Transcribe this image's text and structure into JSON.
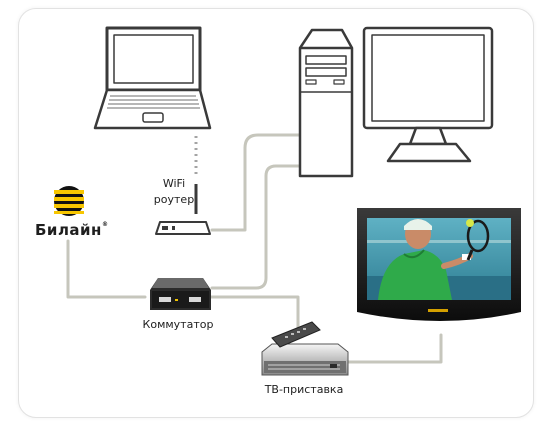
{
  "labels": {
    "router_line1": "WiFi",
    "router_line2": "роутер",
    "switch": "Коммутатор",
    "settop_box": "ТВ-приставка"
  },
  "brand": {
    "name": "Билайн",
    "mark": "®"
  },
  "colors": {
    "outline": "#3a3a3a",
    "cable": "#c6c6bc",
    "brand_yellow": "#f7c600",
    "brand_black": "#111111"
  },
  "icons": [
    "laptop-icon",
    "desktop-tower-icon",
    "monitor-icon",
    "wifi-router-icon",
    "beeline-logo-icon",
    "network-switch-icon",
    "tv-screen-icon",
    "settop-box-icon"
  ]
}
